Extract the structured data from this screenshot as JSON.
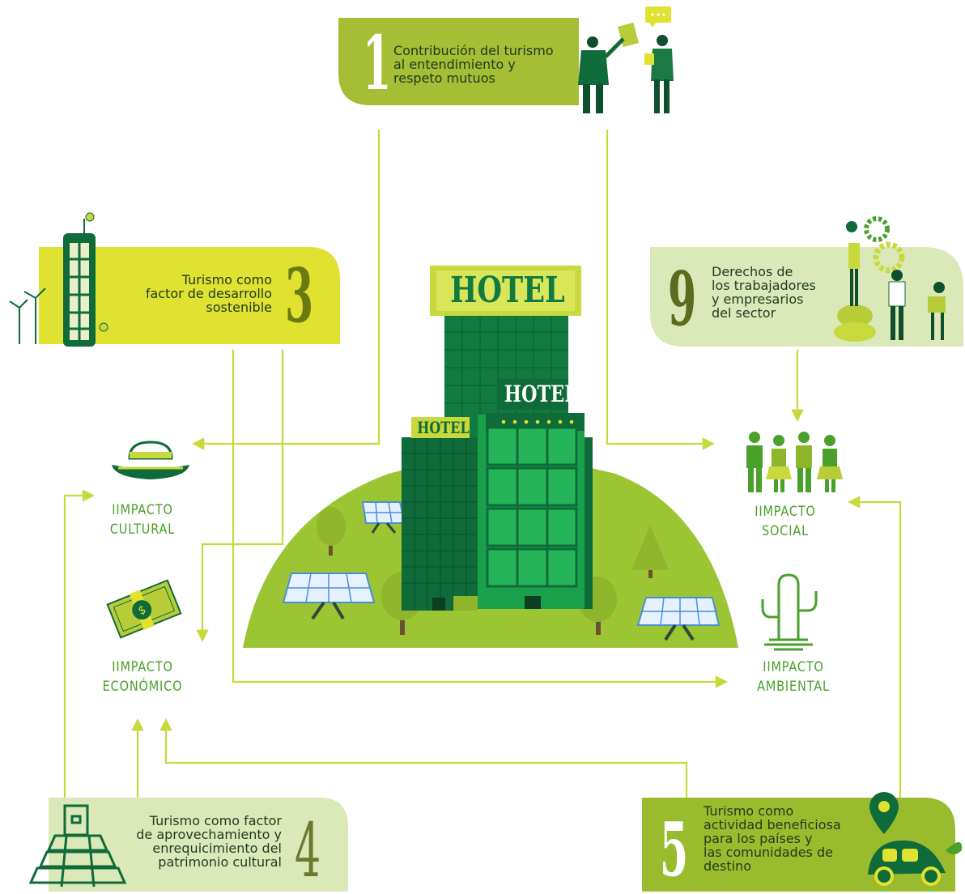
{
  "boxes": {
    "b1": {
      "number": "1",
      "lines": [
        "Contribución del turismo",
        "al entendimiento y",
        "respeto mutuos"
      ]
    },
    "b3": {
      "number": "3",
      "lines": [
        "Turismo como",
        "factor de desarrollo",
        "sostenible"
      ]
    },
    "b9": {
      "number": "9",
      "lines": [
        "Derechos de",
        "los trabajadores",
        "y empresarios",
        "del sector"
      ]
    },
    "b4": {
      "number": "4",
      "lines": [
        "Turismo como factor",
        "de aprovechamiento y",
        "enrequicimiento del",
        "patrimonio cultural"
      ]
    },
    "b5": {
      "number": "5",
      "lines": [
        "Turismo como",
        "actividad beneficiosa",
        "para los países y",
        "las comunidades de",
        "destino"
      ]
    }
  },
  "impacts": {
    "cultural": [
      "IIMPACTO",
      "CULTURAL"
    ],
    "economico": [
      "IIMPACTO",
      "ECONÓMICO"
    ],
    "social": [
      "IIMPACTO",
      "SOCIAL"
    ],
    "ambiental": [
      "IIMPACTO",
      "AMBIENTAL"
    ]
  },
  "hotel_signs": {
    "main": "HOTEL",
    "right": "HOTEL",
    "left": "HOTEL"
  },
  "colors": {
    "box_light": "#dbe8b8",
    "box_olive": "#a6bd36",
    "box_yellow": "#dfe231",
    "box_green": "#9bbb2e",
    "arrow": "#c8d93e",
    "impact_text": "#49a02a",
    "hill": "#9cc534",
    "building_dark": "#0f6b3a",
    "building_green": "#1aa04a"
  },
  "icons": [
    "businesspeople-icon",
    "speech-bubble-icon",
    "wind-turbine-icon",
    "tower-building-icon",
    "gears-people-icon",
    "sombrero-icon",
    "money-icon",
    "people-group-icon",
    "cactus-icon",
    "pyramid-icon",
    "location-pin-icon",
    "eco-car-icon",
    "solar-panel-icon",
    "tree-icon"
  ]
}
